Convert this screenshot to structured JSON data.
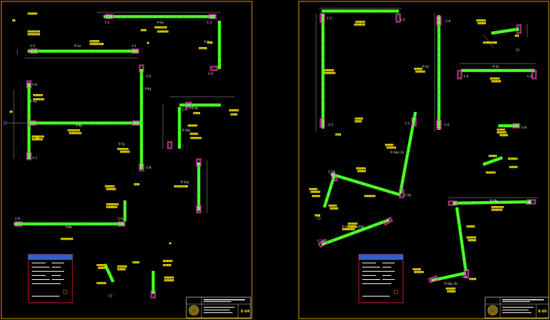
{
  "colors": {
    "background": "#000000",
    "sheet_border": "#e0a000",
    "beam": "#39ff14",
    "beam_edge": "#b6ffb0",
    "column": "#ff33cc",
    "label": "#ffe600",
    "dimension": "#ffffff",
    "annotation_bar": "#ffe600",
    "legend_header": "#2f5fd0",
    "legend_border": "#ff2a2a"
  },
  "icons": [
    "axis-marker-icon",
    "seal-icon",
    "section-arrow-icon"
  ],
  "sheets": [
    {
      "id": "left",
      "sheet_code": "E-04",
      "beam_labels": [
        "P-1x",
        "P-2x",
        "P-3y",
        "P-4y",
        "P-5y",
        "P-6y",
        "P-7y",
        "P-8x",
        "P-9x",
        "P-10y",
        "P-11y"
      ],
      "column_labels": [
        "C-1",
        "C-2",
        "C-3",
        "C-4",
        "C-5",
        "C-6",
        "C-7",
        "C-8",
        "C-9"
      ]
    },
    {
      "id": "right",
      "sheet_code": "E-05",
      "beam_labels": [
        "P-13",
        "P-12",
        "P-14y (1)",
        "P-15 (1ROUTO)",
        "P-16x",
        "P-14y (3)"
      ],
      "column_labels": [
        "C-1",
        "C-2",
        "C-4",
        "C-8",
        "C-10",
        "C-11",
        "C-14"
      ]
    }
  ]
}
